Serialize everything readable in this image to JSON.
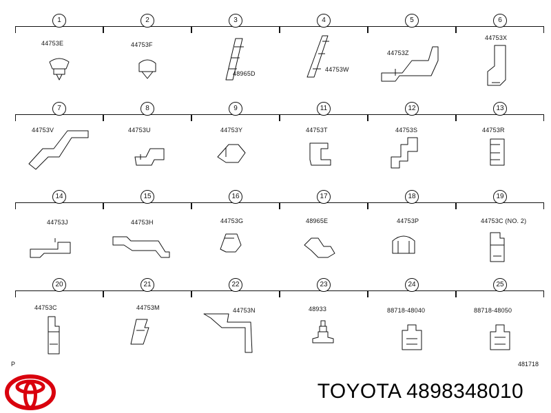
{
  "parts": [
    {
      "n": "1",
      "code": "44753E"
    },
    {
      "n": "2",
      "code": "44753F"
    },
    {
      "n": "3",
      "code": "48965D"
    },
    {
      "n": "4",
      "code": "44753W"
    },
    {
      "n": "5",
      "code": "44753Z"
    },
    {
      "n": "6",
      "code": "44753X"
    },
    {
      "n": "7",
      "code": "44753V"
    },
    {
      "n": "8",
      "code": "44753U"
    },
    {
      "n": "9",
      "code": "44753Y"
    },
    {
      "n": "11",
      "code": "44753T"
    },
    {
      "n": "12",
      "code": "44753S"
    },
    {
      "n": "13",
      "code": "44753R"
    },
    {
      "n": "14",
      "code": "44753J"
    },
    {
      "n": "15",
      "code": "44753H"
    },
    {
      "n": "16",
      "code": "44753G"
    },
    {
      "n": "17",
      "code": "48965E"
    },
    {
      "n": "18",
      "code": "44753P"
    },
    {
      "n": "19",
      "code": "44753C (NO. 2)"
    },
    {
      "n": "20",
      "code": "44753C"
    },
    {
      "n": "21",
      "code": "44753M"
    },
    {
      "n": "22",
      "code": "44753N"
    },
    {
      "n": "23",
      "code": "48933"
    },
    {
      "n": "24",
      "code": "88718-48040"
    },
    {
      "n": "25",
      "code": "88718-48050"
    }
  ],
  "footer": {
    "left_mark": "P",
    "ref": "481718"
  },
  "brand": {
    "logo_icon": "toyota-logo-icon",
    "logo_color": "#d9000d",
    "caption": "TOYOTA 4898348010"
  }
}
